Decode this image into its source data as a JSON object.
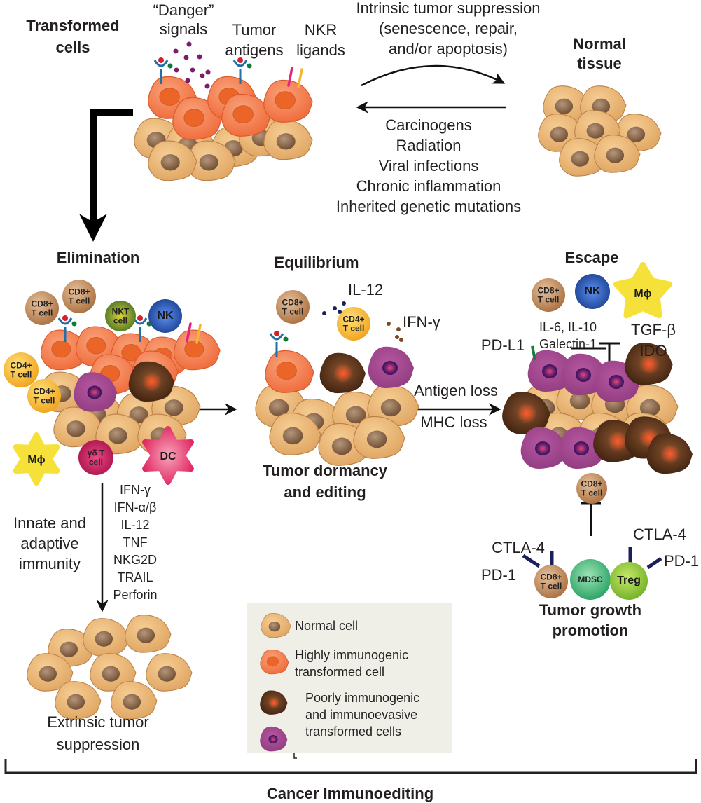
{
  "title": "Cancer Immunoediting",
  "top": {
    "transformed_cells": [
      "Transformed",
      "cells"
    ],
    "danger_signals": [
      "“Danger”",
      "signals"
    ],
    "tumor_antigens": [
      "Tumor",
      "antigens"
    ],
    "nkr_ligands": [
      "NKR",
      "ligands"
    ],
    "intrinsic": [
      "Intrinsic tumor suppression",
      "(senescence, repair,",
      "and/or apoptosis)"
    ],
    "normal_tissue": [
      "Normal",
      "tissue"
    ],
    "causes": [
      "Carcinogens",
      "Radiation",
      "Viral infections",
      "Chronic inflammation",
      "Inherited genetic mutations"
    ]
  },
  "elimination": {
    "heading": "Elimination",
    "cells": {
      "cd8_a": [
        "CD8+",
        "T cell"
      ],
      "cd8_b": [
        "CD8+",
        "T cell"
      ],
      "nkt": [
        "NKT",
        "cell"
      ],
      "nk": "NK",
      "cd4_a": [
        "CD4+",
        "T cell"
      ],
      "cd4_b": [
        "CD4+",
        "T cell"
      ],
      "macrophage": "Mϕ",
      "gd_t": [
        "γδ T",
        "cell"
      ],
      "dc": "DC"
    },
    "mechanism_label": [
      "Innate and",
      "adaptive",
      "immunity"
    ],
    "effectors": [
      "IFN-γ",
      "IFN-α/β",
      "IL-12",
      "TNF",
      "NKG2D",
      "TRAIL",
      "Perforin"
    ],
    "outcome": [
      "Extrinsic tumor",
      "suppression"
    ]
  },
  "equilibrium": {
    "heading": "Equilibrium",
    "cells": {
      "cd8": [
        "CD8+",
        "T cell"
      ],
      "cd4": [
        "CD4+",
        "T cell"
      ]
    },
    "cytokines": [
      "IL-12",
      "IFN-γ"
    ],
    "caption": [
      "Tumor dormancy",
      "and editing"
    ],
    "transition": [
      "Antigen loss",
      "MHC loss"
    ]
  },
  "escape": {
    "heading": "Escape",
    "cells": {
      "cd8_top": [
        "CD8+",
        "T cell"
      ],
      "nk": "NK",
      "macrophage": "Mϕ",
      "cd8_bottom": [
        "CD8+",
        "T cell"
      ],
      "cd8_exhausted": [
        "CD8+",
        "T cell"
      ],
      "mdsc": "MDSC",
      "treg": "Treg"
    },
    "suppressors_left": [
      "IL-6, IL-10",
      "Galectin-1"
    ],
    "suppressors_right": [
      "TGF-β",
      "IDO"
    ],
    "pd_l1": "PD-L1",
    "checkpoints": {
      "left_ctla4": "CTLA-4",
      "left_pd1": "PD-1",
      "right_ctla4": "CTLA-4",
      "right_pd1": "PD-1"
    },
    "caption": [
      "Tumor growth",
      "promotion"
    ]
  },
  "legend": {
    "items": [
      {
        "label": [
          "Normal cell"
        ],
        "type": "normal"
      },
      {
        "label": [
          "Highly immunogenic",
          "transformed cell"
        ],
        "type": "immunogenic"
      },
      {
        "label": [
          "Poorly immunogenic",
          "and immunoevasive",
          "transformed cells"
        ],
        "type": "evasive"
      }
    ]
  },
  "colors": {
    "normal_cell": "#e8b46f",
    "normal_nucleus": "#8a6a4e",
    "immunogenic_cell": "#f4804c",
    "dark_cell": "#5a3418",
    "purple_cell": "#a2478f",
    "cd8": "#b8845a",
    "cd4": "#f4b52a",
    "nkt": "#5f8a2a",
    "nk": "#1f4fa5",
    "macrophage": "#f5e13a",
    "gd_t": "#c8195a",
    "dc": "#e8316e",
    "mdsc": "#3fb77a",
    "treg": "#8cc63f",
    "legend_bg": "#efeee7"
  }
}
